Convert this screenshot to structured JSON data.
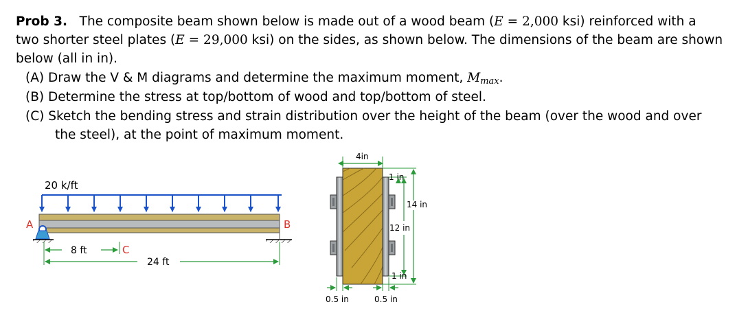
{
  "problem": {
    "number": "Prob 3.",
    "line1_a": "The composite beam shown below is made out of a wood beam (",
    "E_symbol": "E",
    "eq": " = ",
    "E_wood": "2,000",
    "ksi_close": " ksi) reinforced with a",
    "line2_a": "two shorter steel plates (",
    "E_steel": "29,000",
    "line2_b": " ksi) on the sides, as shown below. The dimensions of the beam are shown",
    "line3": "below (all in in).",
    "partA_a": "(A) Draw the V & M diagrams and determine the maximum moment, ",
    "M_symbol": "M",
    "M_sub": "max",
    "partA_end": ".",
    "partB": "(B) Determine the stress at top/bottom of wood and top/bottom of steel.",
    "partC_1": "(C) Sketch the bending stress and strain distribution over the height of the beam (over the wood and over",
    "partC_2": "the steel), at the point of maximum moment."
  },
  "beam_figure": {
    "load_label": "20 k/ft",
    "point_a": "A",
    "point_b": "B",
    "point_c": "C",
    "dim_8ft": "8 ft",
    "dim_24ft": "24 ft",
    "load_color": "#1a52c9",
    "dim_color": "#2a9a3a",
    "point_color": "#d9342b"
  },
  "section_figure": {
    "width_label": "4in",
    "top_gap": "1 in",
    "height_label": "14 in",
    "plate_label": "12 in",
    "bottom_gap": "1 in",
    "left_plate": "0.5 in",
    "right_plate": "0.5 in",
    "wood_color": "#c9a437",
    "steel_color": "#a8acaf"
  }
}
